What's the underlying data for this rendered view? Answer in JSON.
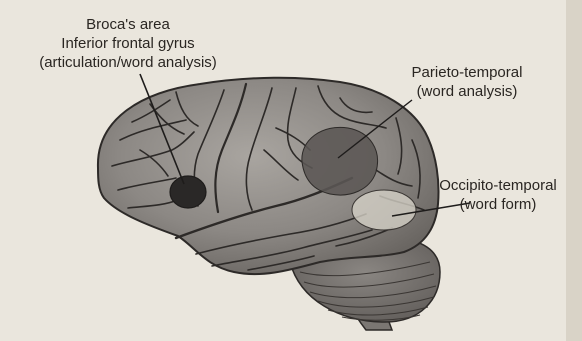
{
  "regions": [
    {
      "id": "broca",
      "lines": [
        "Broca's area",
        "Inferior frontal gyrus",
        "(articulation/word analysis)"
      ]
    },
    {
      "id": "parieto",
      "lines": [
        "Parieto-temporal",
        "(word analysis)"
      ]
    },
    {
      "id": "occipito",
      "lines": [
        "Occipito-temporal",
        "(word form)"
      ]
    }
  ],
  "colors": {
    "background": "#eae6dd",
    "brain_fill": "#8f8b87",
    "sulcus": "#2d2a28",
    "broca_region": "#2a2827",
    "parieto_region": "#5b5754",
    "occipito_region": "#d6d2c8"
  }
}
